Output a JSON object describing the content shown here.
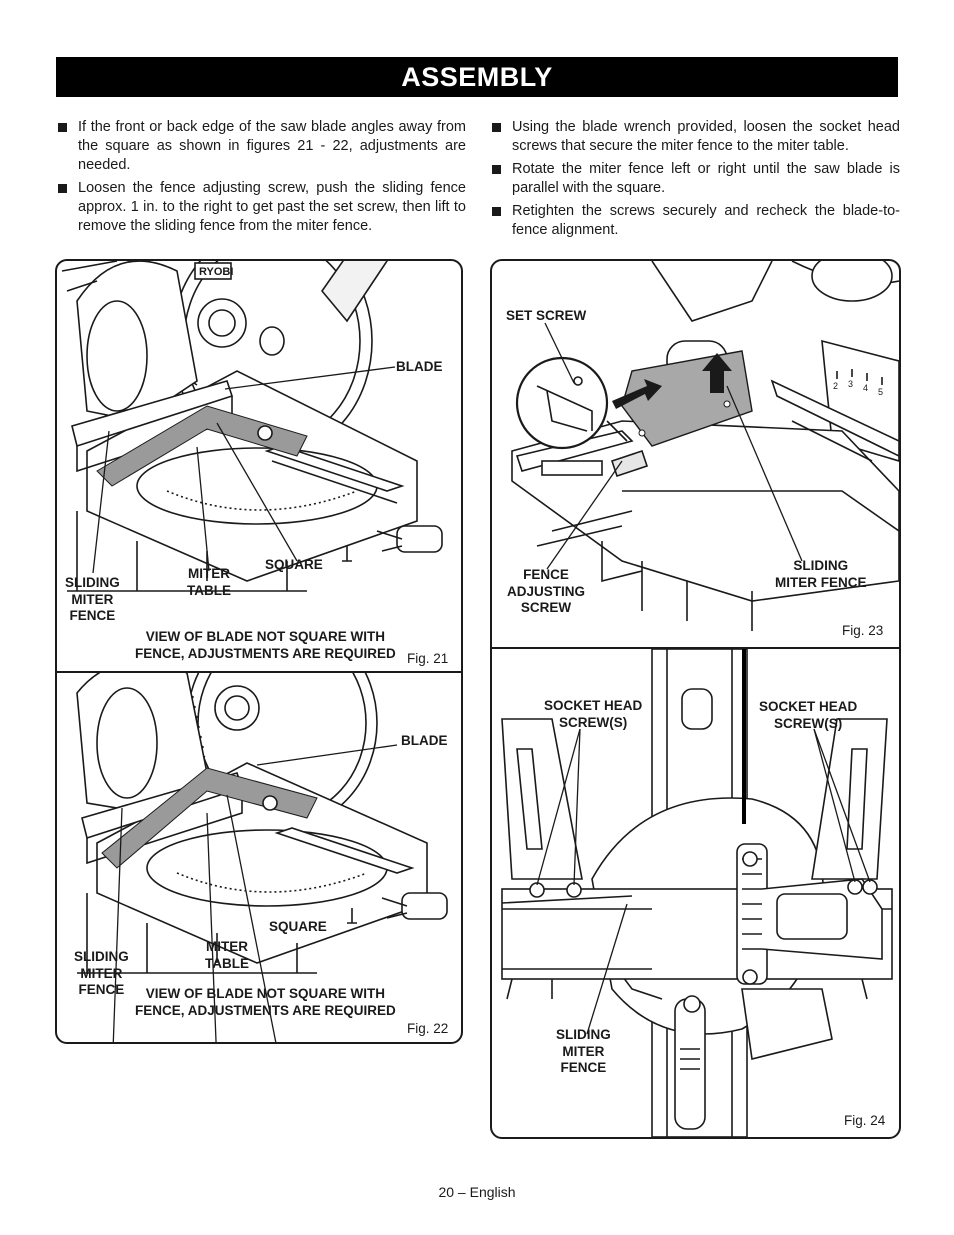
{
  "header": {
    "title": "ASSEMBLY"
  },
  "left_bullets": [
    "If the front or back edge of the saw blade angles away from the square as shown in figures 21 - 22, adjustments are needed.",
    "Loosen the fence adjusting screw, push the sliding fence approx. 1 in. to the right to get past the set screw, then lift to remove the sliding fence from the miter fence."
  ],
  "right_bullets": [
    "Using the blade wrench provided, loosen the socket head screws that secure the miter fence to the miter table.",
    "Rotate the miter fence left or right until the saw blade is parallel with the square.",
    "Retighten the screws securely and recheck the blade-to-fence alignment."
  ],
  "fig21": {
    "brand": "RYOBI",
    "blade": "BLADE",
    "square": "SQUARE",
    "miter_table": [
      "MITER",
      "TABLE"
    ],
    "sliding_miter_fence": [
      "SLIDING",
      "MITER",
      "FENCE"
    ],
    "note": [
      "VIEW OF BLADE NOT SQUARE WITH",
      "FENCE, ADJUSTMENTS ARE REQUIRED"
    ],
    "caption": "Fig. 21"
  },
  "fig22": {
    "blade": "BLADE",
    "square": "SQUARE",
    "miter_table": [
      "MITER",
      "TABLE"
    ],
    "sliding_miter_fence": [
      "SLIDING",
      "MITER",
      "FENCE"
    ],
    "note": [
      "VIEW OF BLADE NOT SQUARE WITH",
      "FENCE, ADJUSTMENTS ARE REQUIRED"
    ],
    "caption": "Fig. 22"
  },
  "fig23": {
    "set_screw": "SET SCREW",
    "fence_adjusting_screw": [
      "FENCE",
      "ADJUSTING",
      "SCREW"
    ],
    "sliding_miter_fence": [
      "SLIDING",
      "MITER FENCE"
    ],
    "scale_marks": [
      "2",
      "3",
      "4",
      "5"
    ],
    "caption": "Fig. 23"
  },
  "fig24": {
    "socket_head_left": [
      "SOCKET HEAD",
      "SCREW(S)"
    ],
    "socket_head_right": [
      "SOCKET HEAD",
      "SCREW(S)"
    ],
    "sliding_miter_fence": [
      "SLIDING",
      "MITER",
      "FENCE"
    ],
    "caption": "Fig. 24"
  },
  "footer": {
    "page": "20 – English"
  }
}
